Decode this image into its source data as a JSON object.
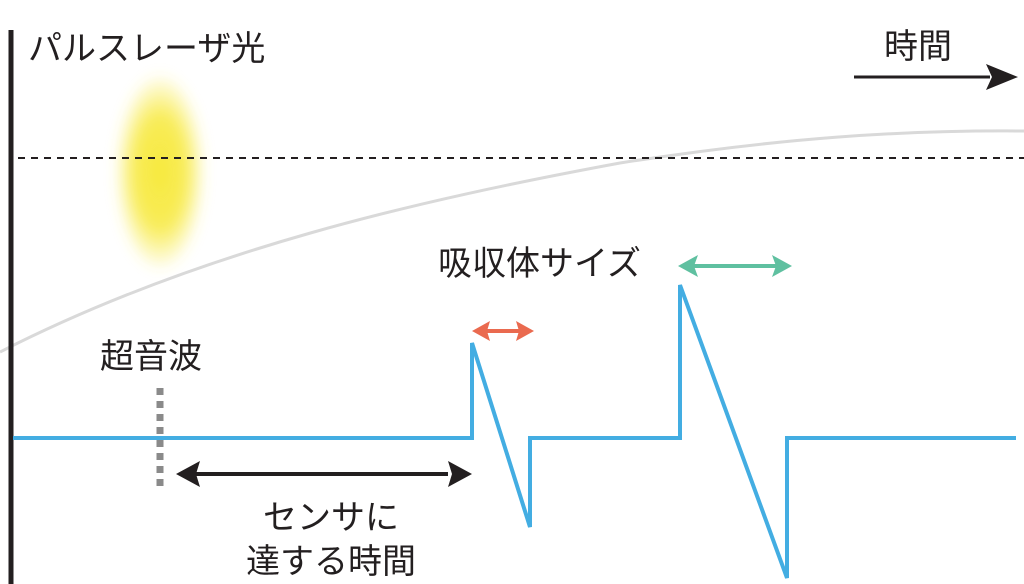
{
  "labels": {
    "pulse_laser": "パルスレーザ光",
    "time": "時間",
    "absorber_size": "吸収体サイズ",
    "ultrasound": "超音波",
    "sensor_line1": "センサに",
    "sensor_line2": "達する時間"
  },
  "colors": {
    "signal": "#43ade2",
    "ink": "#231f20",
    "small_absorber_arrow": "#ea6a4f",
    "large_absorber_arrow": "#5fc0a0",
    "laser_glow": "#f7e93c",
    "curve": "#d9d9d9",
    "ultrasound_marker": "#8a8a8a"
  }
}
